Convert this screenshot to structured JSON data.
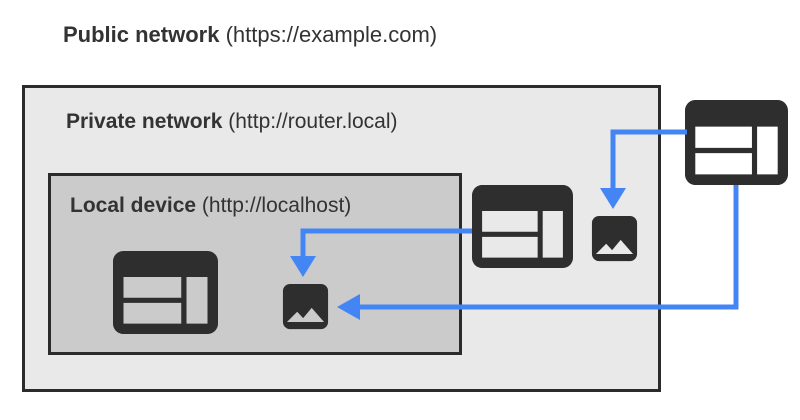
{
  "title": {
    "bold": "Public network",
    "rest": " (https://example.com)"
  },
  "private_network": {
    "label_bold": "Private network",
    "label_rest": " (http://router.local)"
  },
  "local_device": {
    "label_bold": "Local device",
    "label_rest": " (http://localhost)"
  },
  "colors": {
    "arrow_blue": "#4385f4",
    "icon_dark": "#2e2e2e",
    "border_dark": "#2b2b2b",
    "private_bg": "#e9e9e9",
    "local_bg": "#cbcbcb",
    "text": "#333333",
    "page_bg": "#ffffff"
  },
  "diagram": {
    "nodes": [
      {
        "id": "public-browser",
        "icon": "browser-window-icon",
        "network": "public"
      },
      {
        "id": "private-browser",
        "icon": "browser-window-icon",
        "network": "private"
      },
      {
        "id": "private-image",
        "icon": "image-icon",
        "network": "private"
      },
      {
        "id": "local-browser",
        "icon": "browser-window-icon",
        "network": "local"
      },
      {
        "id": "local-image",
        "icon": "image-icon",
        "network": "local"
      }
    ],
    "edges": [
      {
        "from": "public-browser",
        "to": "private-image"
      },
      {
        "from": "public-browser",
        "to": "local-image"
      },
      {
        "from": "private-browser",
        "to": "local-image"
      }
    ]
  }
}
